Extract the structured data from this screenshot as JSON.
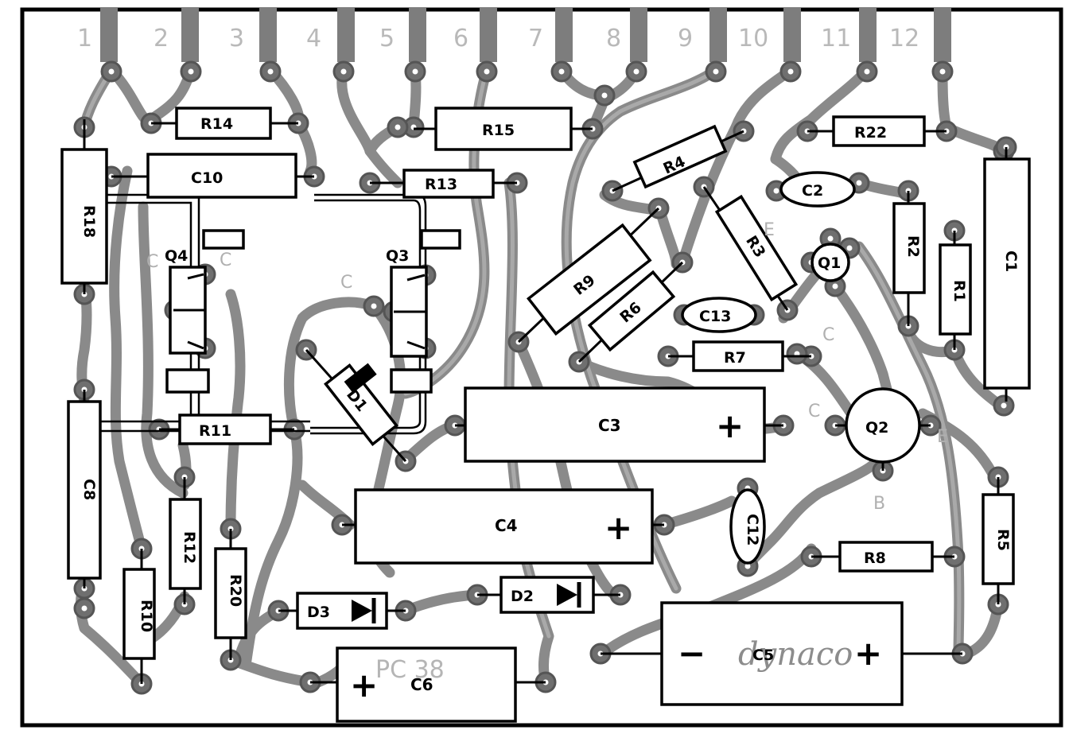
{
  "board": {
    "pin_numbers": [
      "1",
      "2",
      "3",
      "4",
      "5",
      "6",
      "7",
      "8",
      "9",
      "10",
      "11",
      "12"
    ],
    "board_no": "PC 38",
    "brand": "dynaco",
    "pin_marks": {
      "c": "C",
      "b": "B",
      "e": "E"
    },
    "polarity": {
      "plus": "+",
      "minus": "−"
    }
  },
  "resistors": {
    "r1": "R1",
    "r2": "R2",
    "r3": "R3",
    "r4": "R4",
    "r5": "R5",
    "r6": "R6",
    "r7": "R7",
    "r8": "R8",
    "r9": "R9",
    "r10": "R10",
    "r11": "R11",
    "r12": "R12",
    "r13": "R13",
    "r14": "R14",
    "r15": "R15",
    "r18": "R18",
    "r20": "R20",
    "r22": "R22"
  },
  "capacitors": {
    "c1": "C1",
    "c2": "C2",
    "c3": "C3",
    "c4": "C4",
    "c5": "C5",
    "c6": "C6",
    "c8": "C8",
    "c10": "C10",
    "c12": "C12",
    "c13": "C13"
  },
  "semiconductors": {
    "q1": "Q1",
    "q2": "Q2",
    "q3": "Q3",
    "q4": "Q4",
    "d1": "D1",
    "d2": "D2",
    "d3": "D3"
  }
}
